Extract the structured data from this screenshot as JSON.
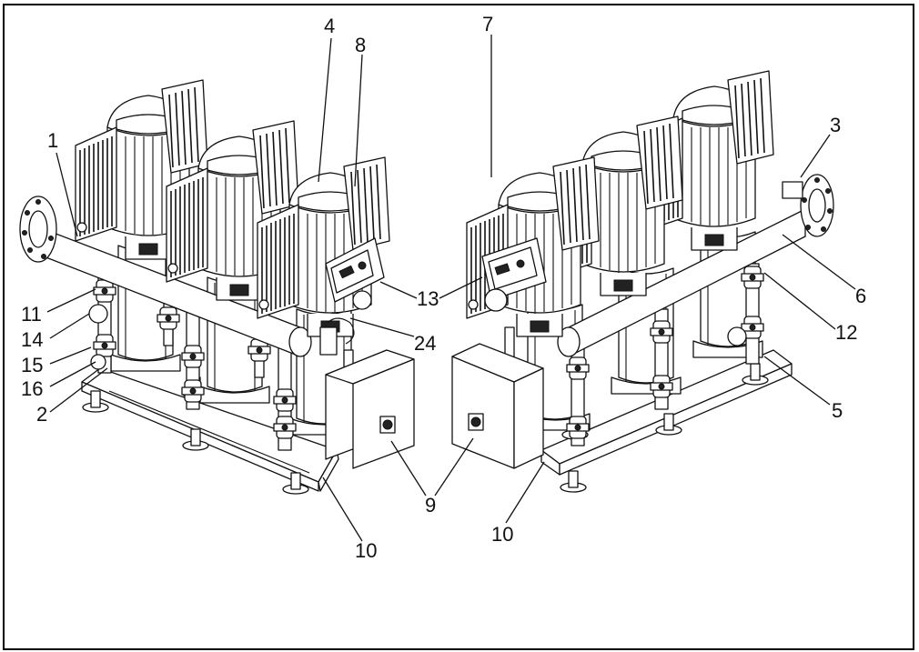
{
  "figure": {
    "frame_color": "#000000",
    "line_color": "#111111",
    "background": "#ffffff"
  },
  "callouts": {
    "c1": "1",
    "c2": "2",
    "c3": "3",
    "c4": "4",
    "c5": "5",
    "c6": "6",
    "c7": "7",
    "c8": "8",
    "c9_left": "9",
    "c10_left": "10",
    "c10_right": "10",
    "c11": "11",
    "c12": "12",
    "c13": "13",
    "c14": "14",
    "c15": "15",
    "c16": "16",
    "c24": "24"
  }
}
